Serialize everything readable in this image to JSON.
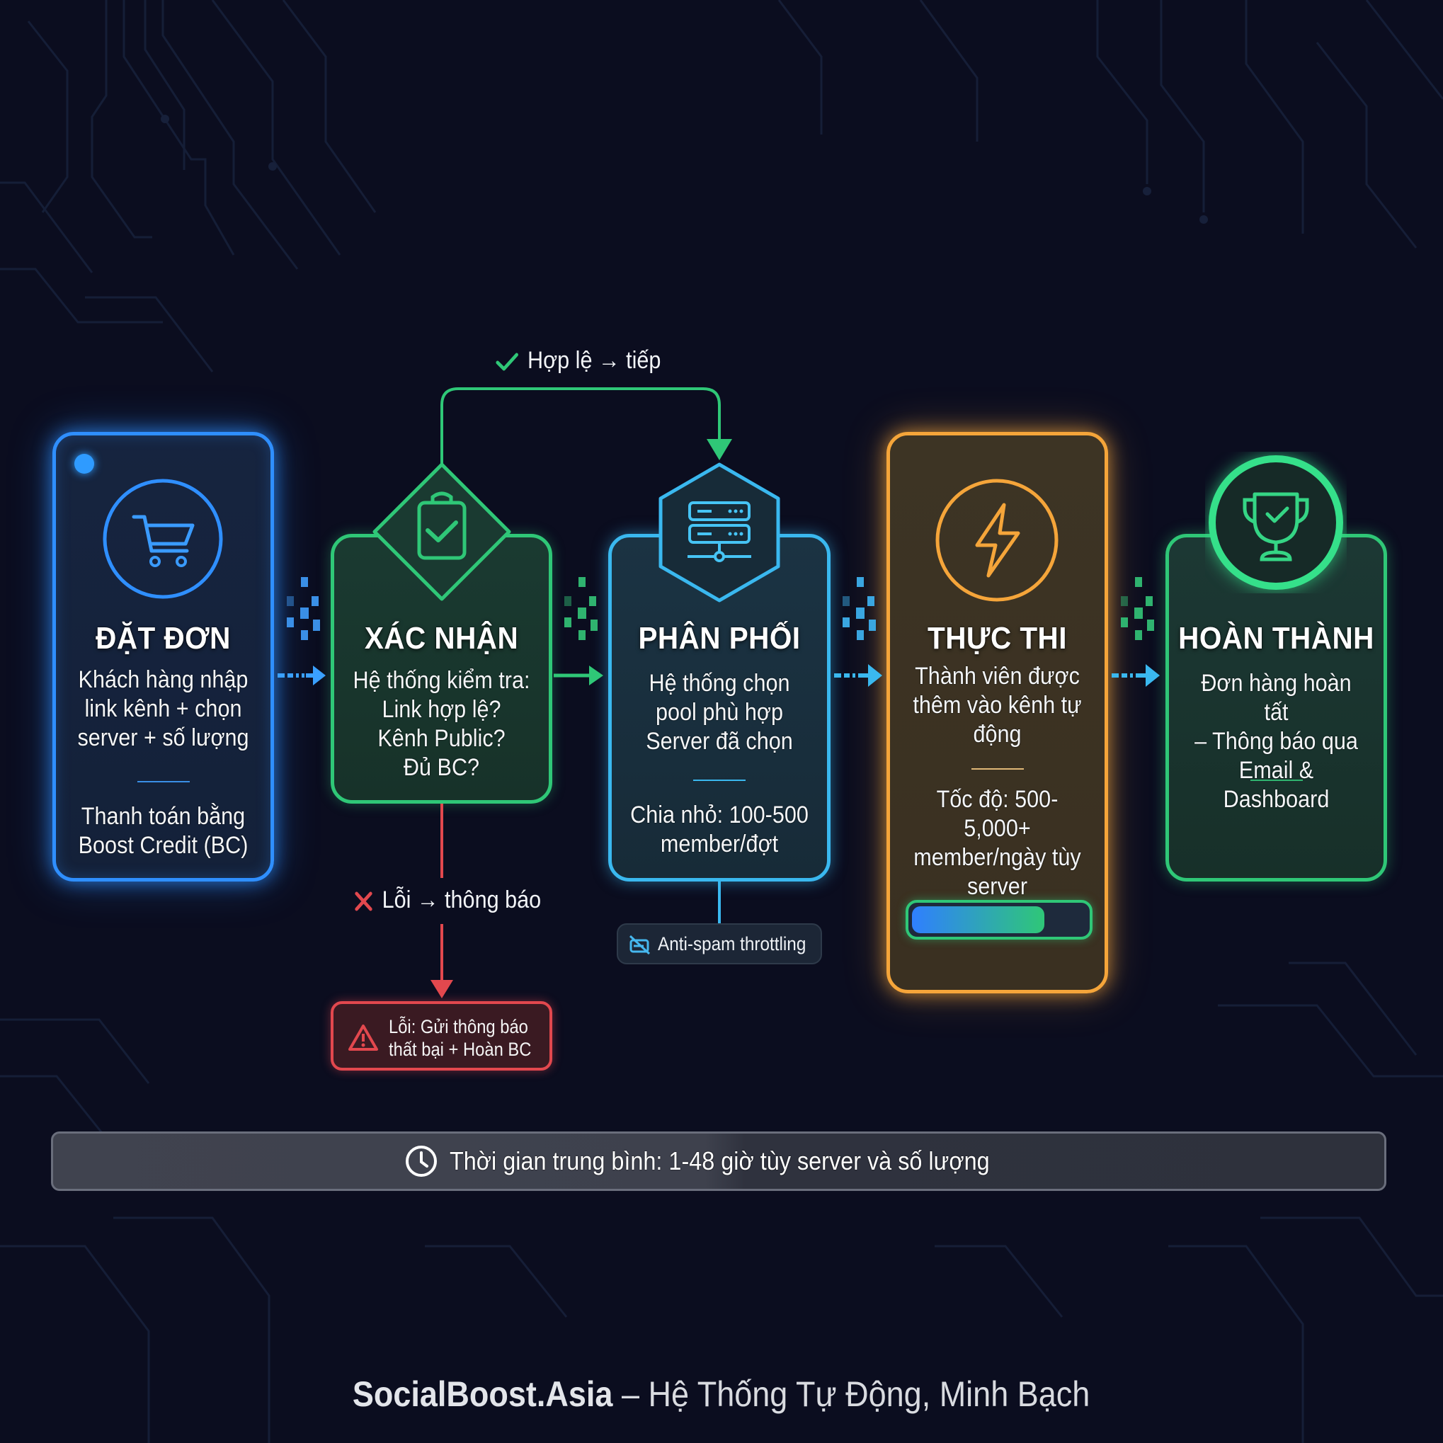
{
  "diagram": {
    "title": "SocialBoost.Asia order processing flow",
    "steps": [
      {
        "id": "dat-don",
        "title": "ĐẶT ĐƠN",
        "icon": "shopping-cart-icon",
        "color": "#2f8fff",
        "body": [
          "Khách hàng nhập",
          "link kênh + chọn",
          "server + số lượng"
        ],
        "detail": [
          "Thanh toán bằng",
          "Boost Credit (BC)"
        ]
      },
      {
        "id": "xac-nhan",
        "title": "XÁC NHẬN",
        "icon": "clipboard-check-icon",
        "color": "#2fc777",
        "body": [
          "Hệ thống kiểm tra:",
          "Link hợp lệ?",
          "Kênh Public?",
          "Đủ BC?"
        ]
      },
      {
        "id": "phan-phoi",
        "title": "PHÂN PHỐI",
        "icon": "server-icon",
        "color": "#3ab8ef",
        "body": [
          "Hệ thống chọn",
          "pool phù hợp",
          "Server đã chọn"
        ],
        "detail": [
          "Chia nhỏ: 100-500",
          "member/đợt"
        ]
      },
      {
        "id": "thuc-thi",
        "title": "THỰC THI",
        "icon": "lightning-icon",
        "color": "#f5a53a",
        "body": [
          "Thành viên được",
          "thêm vào kênh tự",
          "động"
        ],
        "detail": [
          "Tốc độ: 500-5,000+",
          "member/ngày tùy",
          "server"
        ],
        "progress_percent": 73
      },
      {
        "id": "hoan-thanh",
        "title": "HOÀN THÀNH",
        "icon": "trophy-check-icon",
        "color": "#2fc777",
        "body": [
          "Đơn hàng hoàn tất",
          "– Thông báo qua",
          "Email & Dashboard"
        ]
      }
    ],
    "branches": {
      "valid_label": "Hợp lệ → tiếp",
      "valid_icon": "checkmark-icon",
      "error_label": "Lỗi → thông báo",
      "error_icon": "x-icon",
      "error_box": [
        "Lỗi: Gửi thông báo",
        "thất bại + Hoàn BC"
      ],
      "error_box_icon": "warning-triangle-icon"
    },
    "annotation": {
      "icon": "throttle-icon",
      "text": "Anti-spam throttling"
    },
    "time_bar": {
      "icon": "clock-icon",
      "text": "Thời gian trung bình: 1-48 giờ tùy server và số lượng"
    },
    "footer": {
      "brand": "SocialBoost.Asia",
      "separator": " – ",
      "tagline": "Hệ Thống Tự Động, Minh Bạch"
    },
    "colors": {
      "background": "#0b0d1f",
      "blue": "#2f8fff",
      "green": "#2fc777",
      "cyan": "#3ab8ef",
      "orange": "#f5a53a",
      "red": "#e2484e"
    }
  }
}
